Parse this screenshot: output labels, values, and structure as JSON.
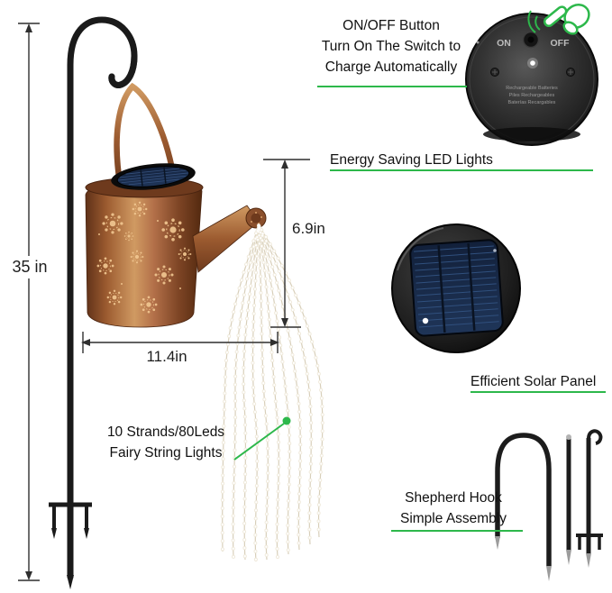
{
  "page": {
    "background": "#ffffff"
  },
  "colors": {
    "accent_green": "#2db84b",
    "copper": "#b4714a",
    "copper_dark": "#6e3a1d",
    "solar_panel_blue": "#1d3358",
    "metal_black": "#1a1a1a",
    "text": "#111111"
  },
  "dimensions": {
    "height": "35 in",
    "width": "11.4in",
    "drop": "6.9in"
  },
  "annotations": {
    "onoff": {
      "line1": "ON/OFF Button",
      "line2": "Turn On The Switch to",
      "line3": "Charge Automatically"
    },
    "led": {
      "label": "Energy Saving LED Lights"
    },
    "solar": {
      "label": "Efficient Solar Panel"
    },
    "strands": {
      "line1": "10 Strands/80Leds",
      "line2": "Fairy String Lights"
    },
    "hook": {
      "line1": "Shepherd Hook",
      "line2": "Simple Assembly"
    }
  },
  "disc": {
    "on_label": "ON",
    "off_label": "OFF",
    "fineprint": [
      "Rechargeable Batteries",
      "Piles Rechargeables",
      "Baterías Recargables"
    ]
  }
}
